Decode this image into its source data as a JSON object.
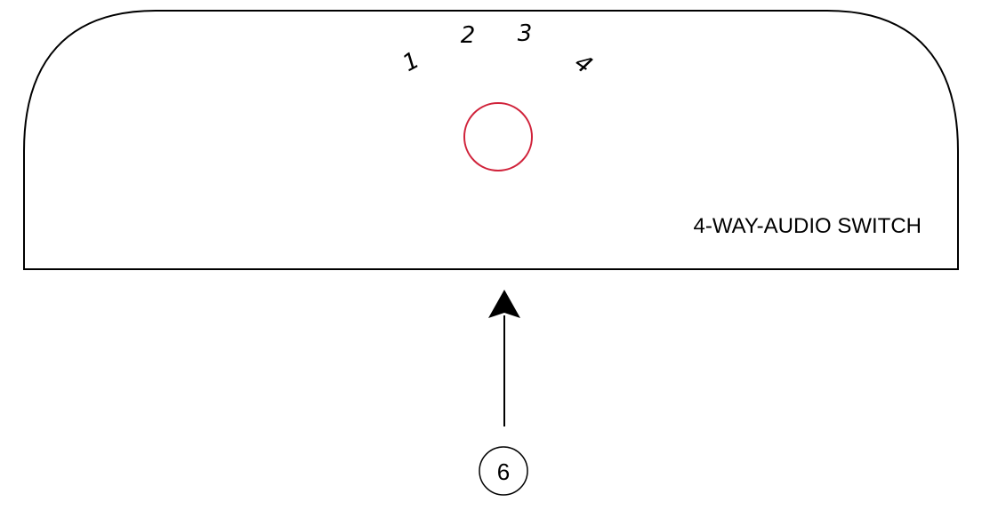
{
  "device": {
    "label": "4-WAY-AUDIO SWITCH"
  },
  "dial": {
    "positions": [
      "1",
      "2",
      "3",
      "4"
    ],
    "knob_color": "#d0223a"
  },
  "callout": {
    "number": "6"
  }
}
